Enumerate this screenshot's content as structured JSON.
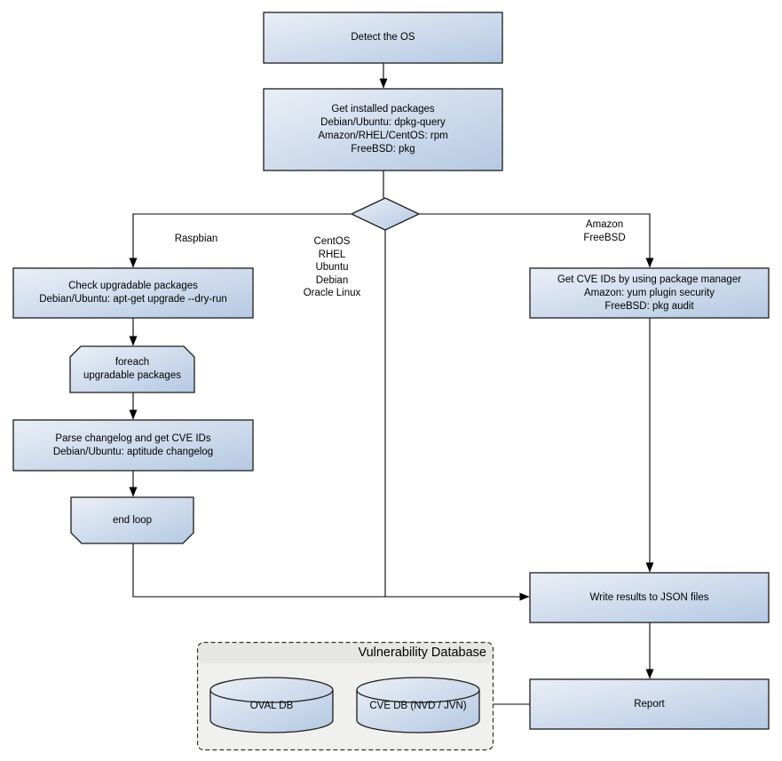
{
  "colors": {
    "node_gradient_start": "#eaeff6",
    "node_gradient_end": "#b5c9e3",
    "node_border": "#1c1c1c",
    "line": "#000000",
    "text": "#000000",
    "db_container_fill": "#f0f0ee",
    "db_header_fill": "#e6e6e4",
    "db_border": "#333333",
    "background": "#ffffff"
  },
  "nodes": {
    "detect_os": "Detect the OS",
    "get_installed_packages": "Get installed packages\nDebian/Ubuntu: dpkg-query\nAmazon/RHEL/CentOS: rpm\nFreeBSD: pkg",
    "check_upgradable": "Check upgradable packages\nDebian/Ubuntu: apt-get upgrade --dry-run",
    "foreach_loop": "foreach\nupgradable  packages",
    "parse_changelog": "Parse changelog and get  CVE IDs\nDebian/Ubuntu: aptitude changelog",
    "end_loop": "end loop",
    "get_cve_ids": "Get CVE IDs by using package manager\nAmazon: yum plugin security\nFreeBSD: pkg audit",
    "write_results": "Write results to JSON files",
    "report": "Report"
  },
  "edge_labels": {
    "left_branch": "Raspbian",
    "middle_branch": "CentOS\nRHEL\nUbuntu\nDebian\nOracle Linux",
    "right_branch": "Amazon\nFreeBSD"
  },
  "database": {
    "title": "Vulnerability Database",
    "cylinders": {
      "oval_db": "OVAL DB",
      "cve_db": "CVE DB (NVD / JVN)"
    }
  }
}
